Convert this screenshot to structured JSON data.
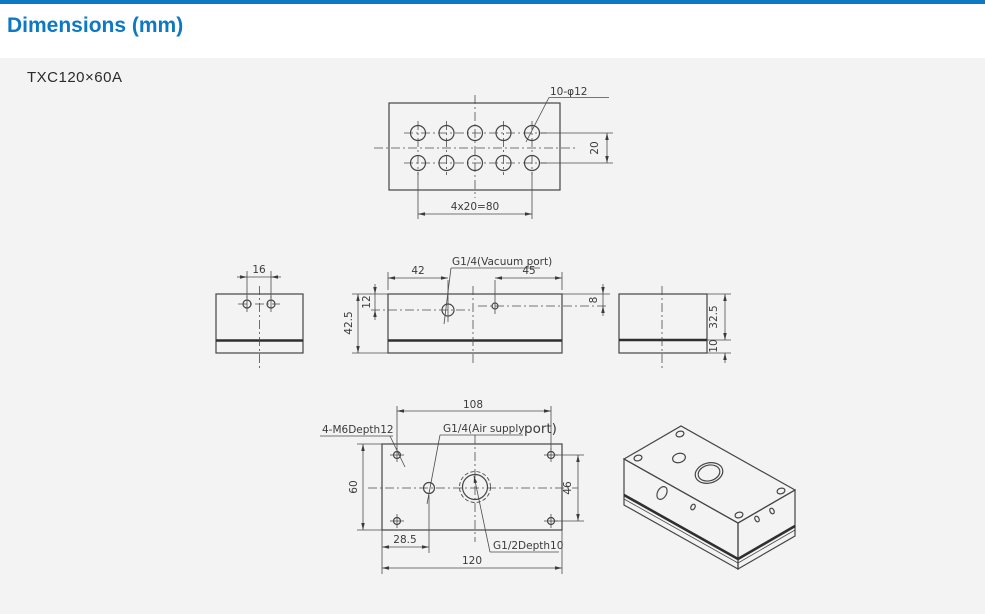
{
  "page": {
    "title": "Dimensions (mm)",
    "model": "TXC120×60A",
    "accent_color": "#0d78c3",
    "panel_bg_color": "#f2f3f2",
    "line_color": "#454545"
  },
  "top_view": {
    "hole_label": "10-φ12",
    "row_pitch": "20",
    "column_pitch_total": "4x20=80"
  },
  "front_view": {
    "vacuum_port_label": "G1/4(Vacuum port)",
    "dim_port_from_left": "42",
    "dim_hole_from_right": "45",
    "dim_port_from_top": "12",
    "dim_hole_from_top": "8",
    "dim_total_height": "42.5"
  },
  "left_view": {
    "dim_hole_pitch": "16"
  },
  "right_view": {
    "dim_body_height": "32.5",
    "dim_plate_height": "10"
  },
  "bottom_view": {
    "dim_mount_hole_span": "108",
    "mount_thread_label": "4-M6Depth12",
    "air_supply_label_part1": "G1/4(Air supply",
    "air_supply_label_part2": "port)",
    "dim_depth": "60",
    "dim_mount_hole_pitch": "46",
    "dim_air_port_offset": "28.5",
    "dim_width": "120",
    "center_thread_label": "G1/2Depth10"
  }
}
